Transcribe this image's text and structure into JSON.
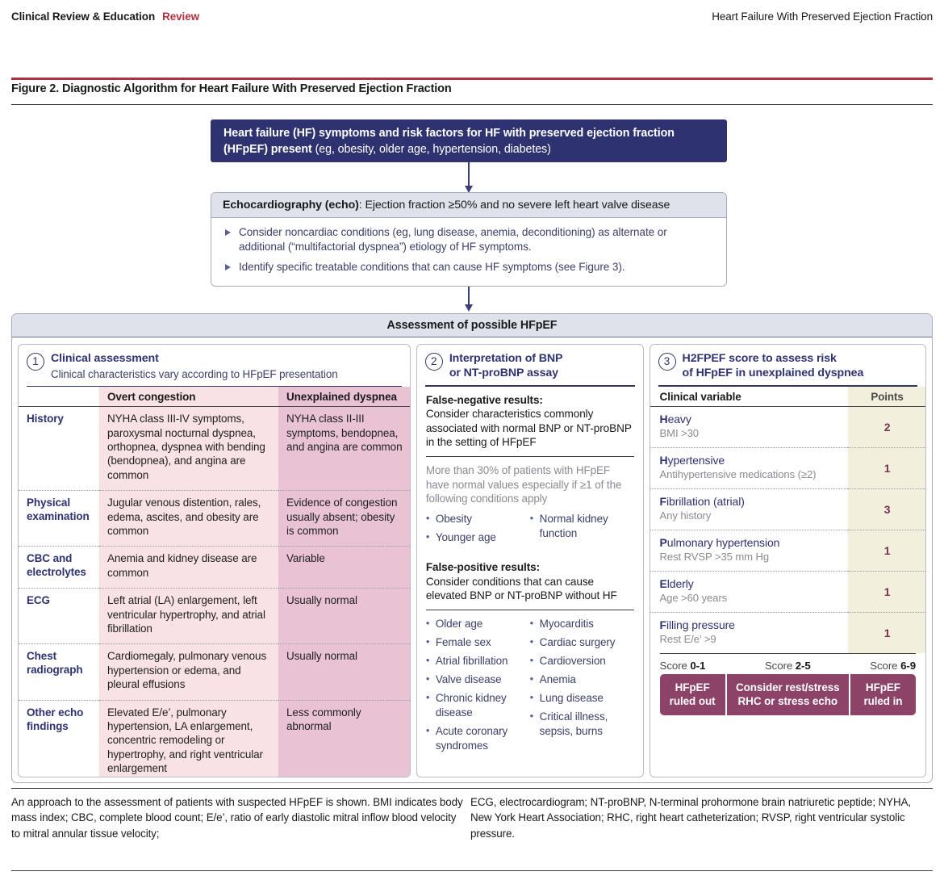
{
  "runhead": {
    "left": "Clinical Review & Education",
    "section": "Review",
    "right": "Heart Failure With Preserved Ejection Fraction"
  },
  "figure": {
    "title": "Figure 2. Diagnostic Algorithm for Heart Failure With Preserved Ejection Fraction"
  },
  "colors": {
    "navy": "#2e3270",
    "red_rule": "#b03241",
    "pink_light": "#f9e2e6",
    "pink_dark": "#e9c3d3",
    "cream": "#f2f0dc",
    "plum": "#8d4268",
    "header_band": "#dfe2ea"
  },
  "navy_box": {
    "bold": "Heart failure (HF) symptoms and risk factors for HF with preserved ejection fraction (HFpEF) present",
    "rest": " (eg, obesity, older age, hypertension, diabetes)"
  },
  "echo_box": {
    "head_bold": "Echocardiography (echo)",
    "head_rest": ": Ejection fraction ≥50% and no severe left heart valve disease",
    "items": [
      "Consider noncardiac conditions (eg, lung disease, anemia, deconditioning) as alternate or additional  (“multifactorial dyspnea”) etiology of HF symptoms.",
      "Identify specific treatable conditions that can cause HF symptoms (see Figure 3)."
    ]
  },
  "panel": {
    "header": "Assessment of possible HFpEF"
  },
  "col1": {
    "number": "1",
    "title": "Clinical assessment",
    "subtitle": "Clinical characteristics vary according to HFpEF presentation",
    "headers": [
      "",
      "Overt congestion",
      "Unexplained dyspnea"
    ],
    "rows": [
      {
        "label": "History",
        "overt": "NYHA class III-IV symptoms, paroxysmal nocturnal dyspnea, orthopnea, dyspnea with bending (bendopnea), and angina are common",
        "dyspnea": "NYHA class II-III symptoms, bendopnea, and angina are common"
      },
      {
        "label": "Physical examination",
        "overt": "Jugular venous distention, rales, edema, ascites, and obesity are common",
        "dyspnea": "Evidence of congestion usually absent; obesity is common"
      },
      {
        "label": "CBC and electrolytes",
        "overt": "Anemia and kidney disease are common",
        "dyspnea": "Variable"
      },
      {
        "label": "ECG",
        "overt": "Left atrial (LA) enlargement, left ventricular hypertrophy, and atrial fibrillation",
        "dyspnea": "Usually normal"
      },
      {
        "label": "Chest radiograph",
        "overt": "Cardiomegaly, pulmonary venous hypertension or edema, and pleural effusions",
        "dyspnea": "Usually normal"
      },
      {
        "label": "Other echo findings",
        "overt": "Elevated E/e’, pulmonary hypertension, LA enlargement, concentric remodeling or hypertrophy, and right ventricular enlargement",
        "dyspnea": "Less commonly abnormal"
      }
    ]
  },
  "col2": {
    "number": "2",
    "title_line1": "Interpretation of BNP",
    "title_line2": "or NT-proBNP assay",
    "false_negative": {
      "heading": "False-negative results:",
      "body": "Consider characteristics commonly associated with normal BNP or NT-proBNP in the setting of HFpEF",
      "note": "More than 30% of patients with HFpEF have normal values especially if ≥1 of the following conditions apply",
      "left_items": [
        "Obesity",
        "Younger age"
      ],
      "right_items": [
        "Normal kidney function"
      ]
    },
    "false_positive": {
      "heading": "False-positive results:",
      "body": "Consider conditions that can cause elevated BNP or NT-proBNP without HF",
      "left_items": [
        "Older age",
        "Female sex",
        "Atrial fibrillation",
        "Valve disease",
        "Chronic kidney disease",
        "Acute coronary syndromes"
      ],
      "right_items": [
        "Myocarditis",
        "Cardiac surgery",
        "Cardioversion",
        "Anemia",
        "Lung disease",
        "Critical illness, sepsis, burns"
      ]
    }
  },
  "col3": {
    "number": "3",
    "title_line1": "H2FPEF score to assess risk",
    "title_line2": "of HFpEF in unexplained dyspnea",
    "headers": [
      "Clinical variable",
      "Points"
    ],
    "rows": [
      {
        "initial": "H",
        "rest": "eavy",
        "detail": "BMI >30",
        "points": "2"
      },
      {
        "initial": "H",
        "rest": "ypertensive",
        "detail": "Antihypertensive medications (≥2)",
        "points": "1"
      },
      {
        "initial": "F",
        "rest": "ibrillation (atrial)",
        "detail": "Any history",
        "points": "3"
      },
      {
        "initial": "P",
        "rest": "ulmonary hypertension",
        "detail": "Rest RVSP >35 mm Hg",
        "points": "1"
      },
      {
        "initial": "E",
        "rest": "lderly",
        "detail": "Age >60 years",
        "points": "1"
      },
      {
        "initial": "F",
        "rest": "illing pressure",
        "detail": "Rest E/e’ >9",
        "points": "1"
      }
    ],
    "score_bands": [
      {
        "label_prefix": "Score ",
        "label_value": "0-1",
        "result": "HFpEF ruled out"
      },
      {
        "label_prefix": "Score ",
        "label_value": "2-5",
        "result": "Consider rest/stress RHC or stress echo"
      },
      {
        "label_prefix": "Score ",
        "label_value": "6-9",
        "result": "HFpEF ruled in"
      }
    ]
  },
  "footnotes": {
    "left": "An approach to the assessment of patients with suspected HFpEF is shown. BMI indicates body mass index; CBC, complete blood count; E/e’, ratio of early diastolic mitral inflow blood velocity to mitral annular tissue velocity;",
    "right": "ECG, electrocardiogram; NT-proBNP, N-terminal prohormone brain natriuretic peptide; NYHA, New York Heart Association; RHC, right heart catheterization; RVSP, right ventricular systolic pressure."
  }
}
